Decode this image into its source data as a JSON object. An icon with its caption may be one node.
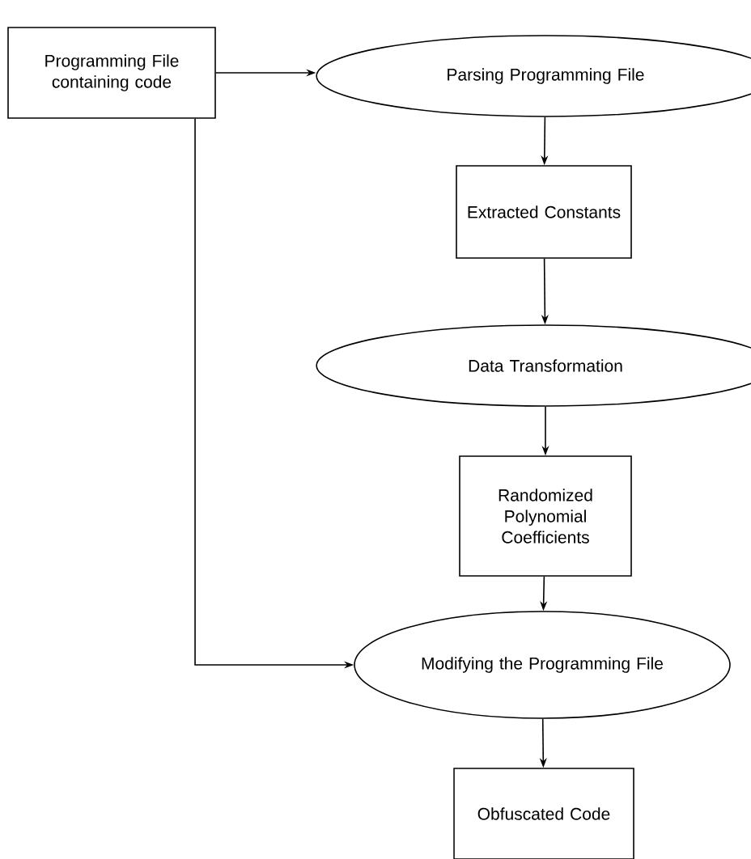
{
  "diagram": {
    "nodes": [
      {
        "text": [
          "Programming File containing code"
        ]
      },
      {
        "text": [
          "Parsing Programming File"
        ]
      },
      {
        "text": [
          "Extracted Constants"
        ]
      },
      {
        "text": [
          "Data Transformation"
        ]
      },
      {
        "text": [
          "Randomized Polynomial Coefficients"
        ]
      },
      {
        "text": [
          "Modifying the Programming File"
        ]
      },
      {
        "text": [
          "Obfuscated Code"
        ]
      }
    ],
    "edges": [
      {
        "from": 0,
        "to": 1,
        "arrow": "to"
      },
      {
        "from": 1,
        "to": 2,
        "arrow": "to"
      },
      {
        "from": 2,
        "to": 3,
        "arrow": "to"
      },
      {
        "from": 3,
        "to": 4,
        "arrow": "to"
      },
      {
        "from": 4,
        "to": 5,
        "arrow": "to"
      },
      {
        "from": 0,
        "to": 5,
        "arrow": "to"
      },
      {
        "from": 5,
        "to": 6,
        "arrow": "to"
      }
    ]
  }
}
